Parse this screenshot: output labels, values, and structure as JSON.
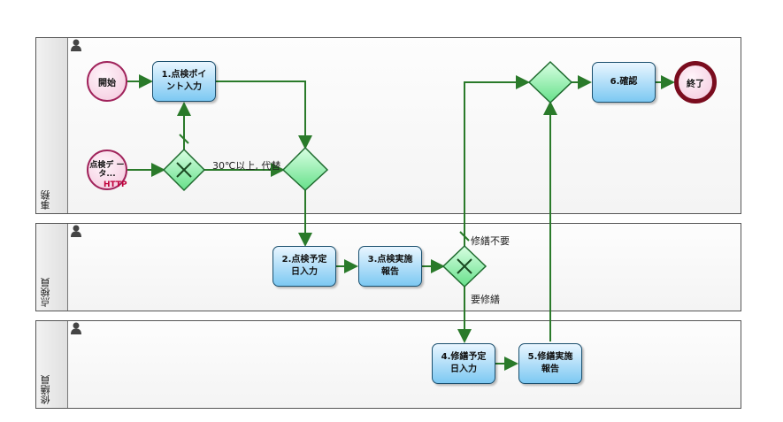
{
  "lanes": [
    {
      "title": "事務"
    },
    {
      "title": "点検員"
    },
    {
      "title": "修繕員"
    }
  ],
  "events": {
    "start": "開始",
    "message_start": "点検デ ータ...",
    "message_badge": "HTTP",
    "end": "終了"
  },
  "tasks": {
    "t1": "1.点検ポイ ント入力",
    "t2": "2.点検予定 日入力",
    "t3": "3.点検実施 報告",
    "t4": "4.修繕予定 日入力",
    "t5": "5.修繕実施 報告",
    "t6": "6.確認"
  },
  "flow_labels": {
    "condition_temp": "30℃以上, 代替",
    "repair_not_needed": "修繕不要",
    "repair_needed": "要修繕"
  },
  "colors": {
    "task_fill": "#7cc8f2",
    "task_border": "#1a4f6e",
    "gateway_fill": "#66e08a",
    "flow_line": "#2a7a2a",
    "event_border": "#a0235b",
    "end_border": "#7a0c1e"
  }
}
